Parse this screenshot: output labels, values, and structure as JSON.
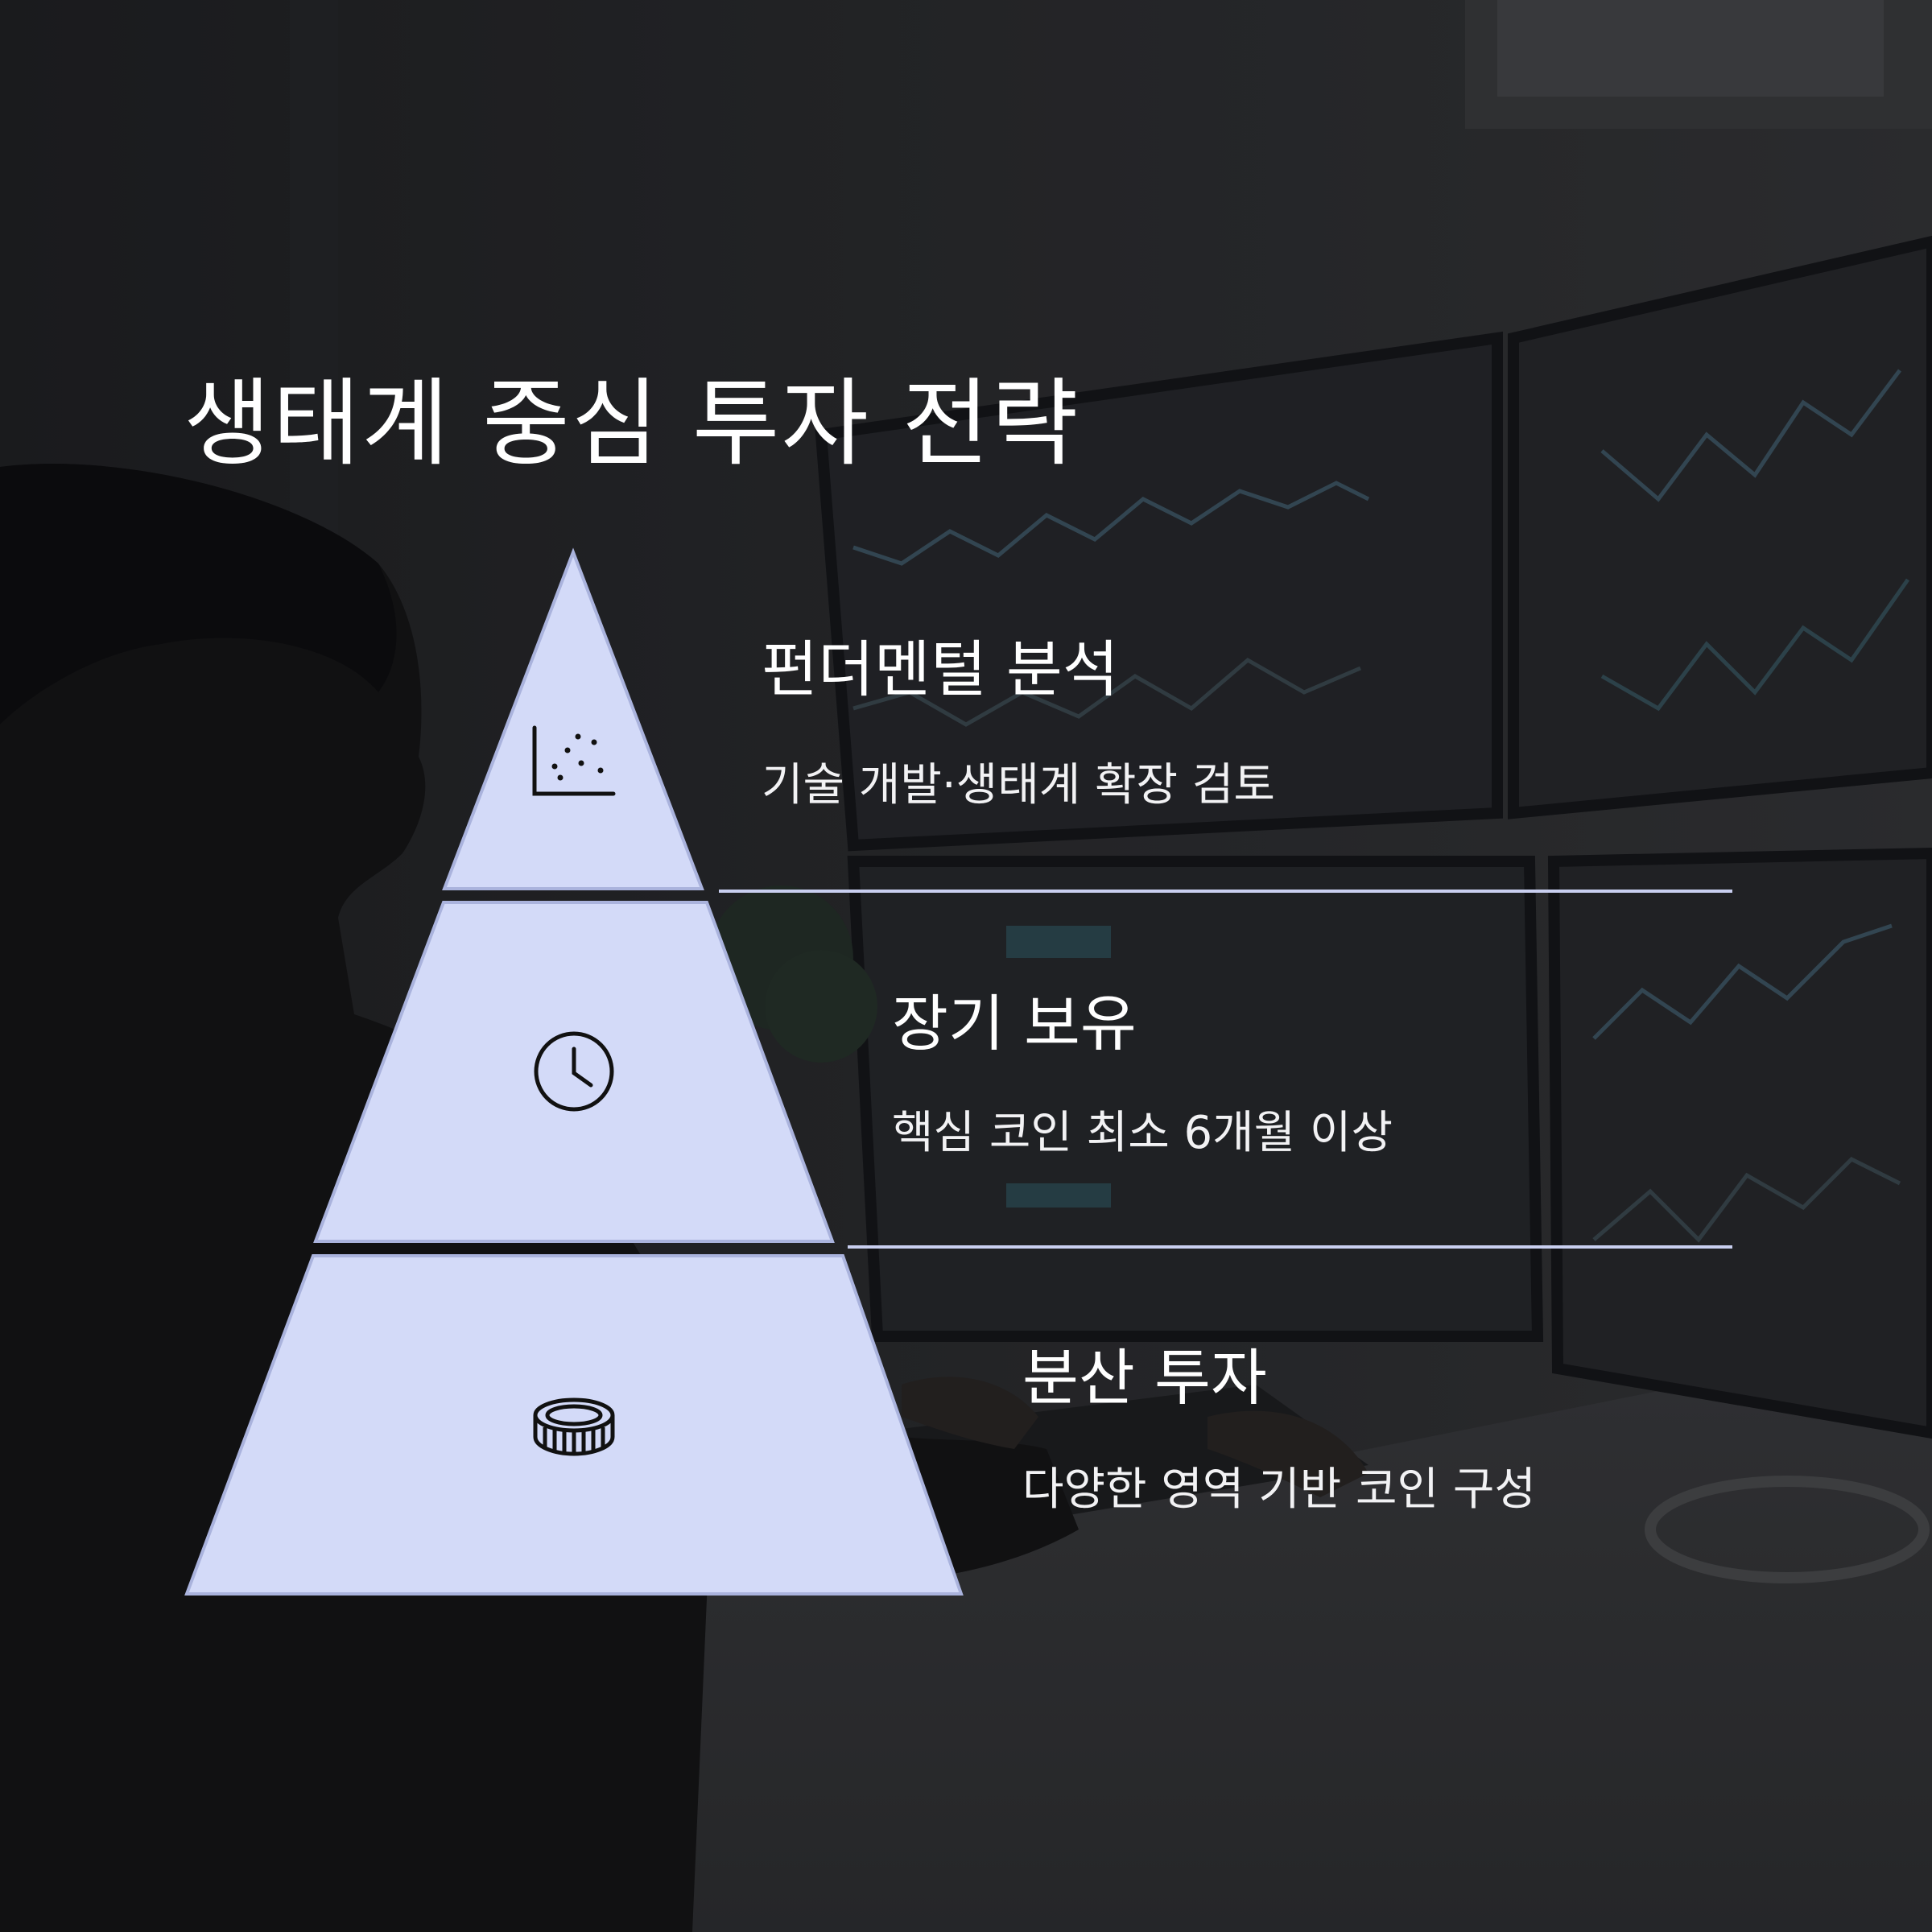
{
  "title": "생태계 중심 투자 전략",
  "tiers": [
    {
      "heading": "펀더멘털 분석",
      "description": "기술 개발·생태계 확장 검토",
      "icon": "scatter-chart-icon"
    },
    {
      "heading": "장기 보유",
      "description": "핵심 코인 최소 6개월 이상",
      "icon": "clock-icon"
    },
    {
      "heading": "분산 투자",
      "description": "다양한 영역 기반 코인 구성",
      "icon": "coins-icon"
    }
  ],
  "colors": {
    "background": "#1c1d20",
    "pyramid_fill": "#d3daf8",
    "pyramid_stroke": "#aab3dd",
    "divider": "#c9cff0",
    "text": "#ffffff",
    "icon": "#111111"
  }
}
